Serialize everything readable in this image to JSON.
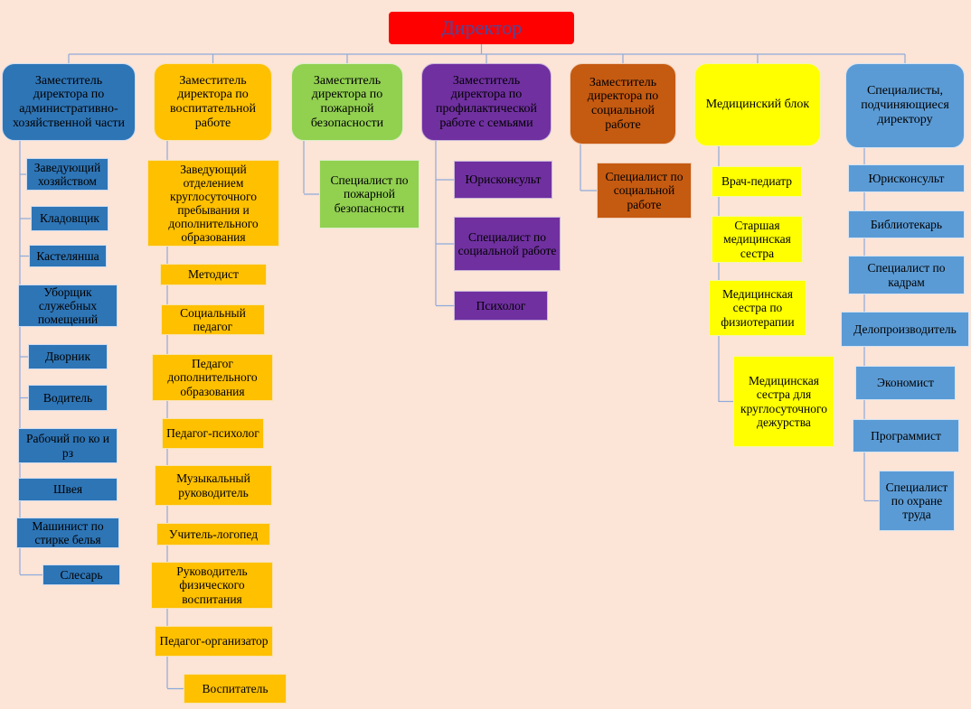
{
  "colors": {
    "background": "#fce4d6",
    "director": "#ff0000",
    "director_text": "#4a4a9c",
    "line": "#8eaadb",
    "blue": "#2e75b6",
    "orange": "#ffc000",
    "green": "#92d050",
    "purple": "#7030a0",
    "brown": "#c55a11",
    "yellow": "#ffff00",
    "sky": "#5b9bd5"
  },
  "director": "Директор",
  "departments": [
    {
      "id": "admin",
      "color": "blue",
      "title": "Заместитель директора по административно-хозяйственной части",
      "staff": [
        "Заведующий хозяйством",
        "Кладовщик",
        "Кастелянша",
        "Уборщик служебных помещений",
        "Дворник",
        "Водитель",
        "Рабочий по ко и рз",
        "Швея",
        "Машинист по стирке белья",
        "Слесарь"
      ]
    },
    {
      "id": "educ",
      "color": "orange",
      "title": "Заместитель директора по воспитательной работе",
      "staff": [
        "Заведующий отделением круглосуточного пребывания и дополнительного образования",
        "Методист",
        "Социальный педагог",
        "Педагог дополнительного образования",
        "Педагог-психолог",
        "Музыкальный руководитель",
        "Учитель-логопед",
        "Руководитель физического воспитания",
        "Педагог-организатор",
        "Воспитатель"
      ]
    },
    {
      "id": "fire",
      "color": "green",
      "title": "Заместитель директора по пожарной безопасности",
      "staff": [
        "Специалист по пожарной безопасности"
      ]
    },
    {
      "id": "family",
      "color": "purple",
      "title": "Заместитель директора по профилактической работе с семьями",
      "staff": [
        "Юрисконсульт",
        "Специалист по социальной работе",
        "Психолог"
      ]
    },
    {
      "id": "social",
      "color": "brown",
      "title": "Заместитель директора по социальной работе",
      "staff": [
        "Специалист по социальной работе"
      ]
    },
    {
      "id": "medical",
      "color": "yellow",
      "title": "Медицинский блок",
      "staff": [
        "Врач-педиатр",
        "Старшая медицинская сестра",
        "Медицинская сестра по физиотерапии",
        "Медицинская сестра для круглосуточного дежурства"
      ]
    },
    {
      "id": "specialists",
      "color": "sky",
      "title": "Специалисты, подчиняющиеся директору",
      "staff": [
        "Юрисконсульт",
        "Библиотекарь",
        "Специалист по кадрам",
        "Делопроизводитель",
        "Экономист",
        "Программист",
        "Специалист по охране труда"
      ]
    }
  ]
}
